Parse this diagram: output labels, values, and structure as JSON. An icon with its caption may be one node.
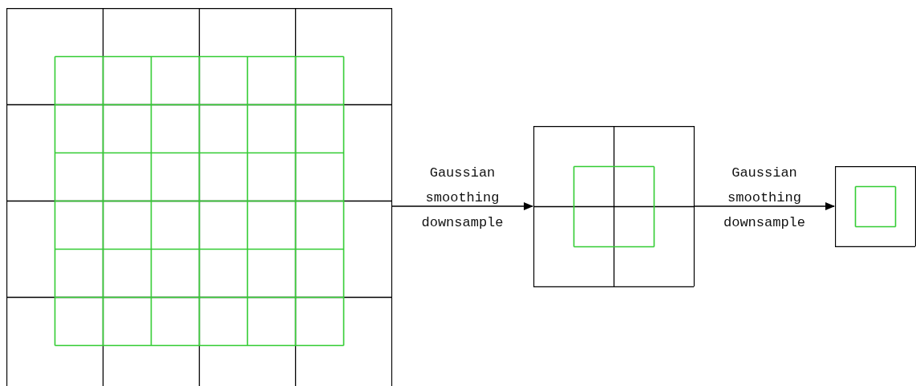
{
  "diagram": {
    "nodes": [
      {
        "text": [],
        "shape": "grid"
      },
      {
        "text": [],
        "shape": "grid"
      },
      {
        "text": [],
        "shape": "grid"
      }
    ],
    "edges": [
      {
        "from": 0,
        "to": 1,
        "arrow": "to",
        "label": "Gaussian smoothing downsample"
      },
      {
        "from": 1,
        "to": 2,
        "arrow": "to",
        "label": "Gaussian smoothing downsample"
      }
    ]
  }
}
